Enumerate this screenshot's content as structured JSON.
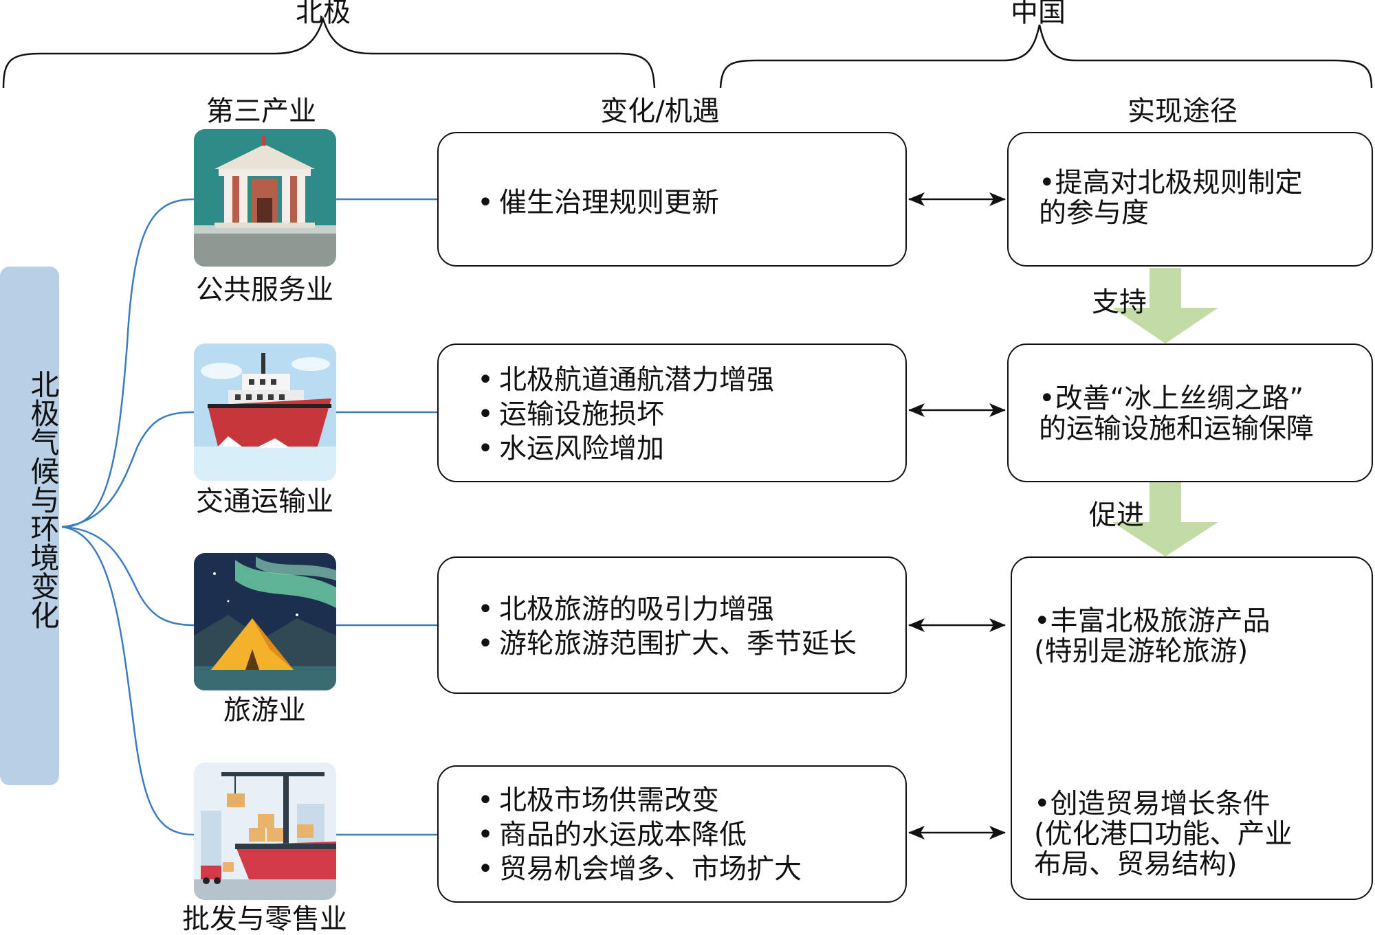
{
  "braces": {
    "arctic": "北极",
    "china": "中国"
  },
  "columns": {
    "tertiary": "第三产业",
    "changes": "变化/机遇",
    "paths": "实现途径"
  },
  "side": {
    "label": "北极气候与环境变化"
  },
  "industries": [
    {
      "caption": "公共服务业",
      "icon": "government-building-icon"
    },
    {
      "caption": "交通运输业",
      "icon": "icebreaker-ship-icon"
    },
    {
      "caption": "旅游业",
      "icon": "aurora-tent-icon"
    },
    {
      "caption": "批发与零售业",
      "icon": "port-crane-cargo-icon"
    }
  ],
  "changes": [
    {
      "items": [
        "催生治理规则更新"
      ]
    },
    {
      "items": [
        "北极航道通航潜力增强",
        "运输设施损坏",
        "水运风险增加"
      ]
    },
    {
      "items": [
        "北极旅游的吸引力增强",
        "游轮旅游范围扩大、季节延长"
      ]
    },
    {
      "items": [
        "北极市场供需改变",
        "商品的水运成本降低",
        "贸易机会增多、市场扩大"
      ]
    }
  ],
  "paths": {
    "p1": [
      "•提高对北极规则制定",
      "的参与度"
    ],
    "p2": [
      "•改善“冰上丝绸之路”",
      "的运输设施和运输保障"
    ],
    "p3a": [
      "•丰富北极旅游产品",
      "(特别是游轮旅游)"
    ],
    "p3b": [
      "•创造贸易增长条件",
      "(优化港口功能、产业",
      "布局、贸易结构)"
    ]
  },
  "flow_labels": {
    "support": "支持",
    "promote": "促进"
  },
  "colors": {
    "side_bar": "#b9cfe6",
    "wire": "#3b7bbf",
    "flow_arrow": "#c3dca6",
    "stroke": "#111111"
  }
}
